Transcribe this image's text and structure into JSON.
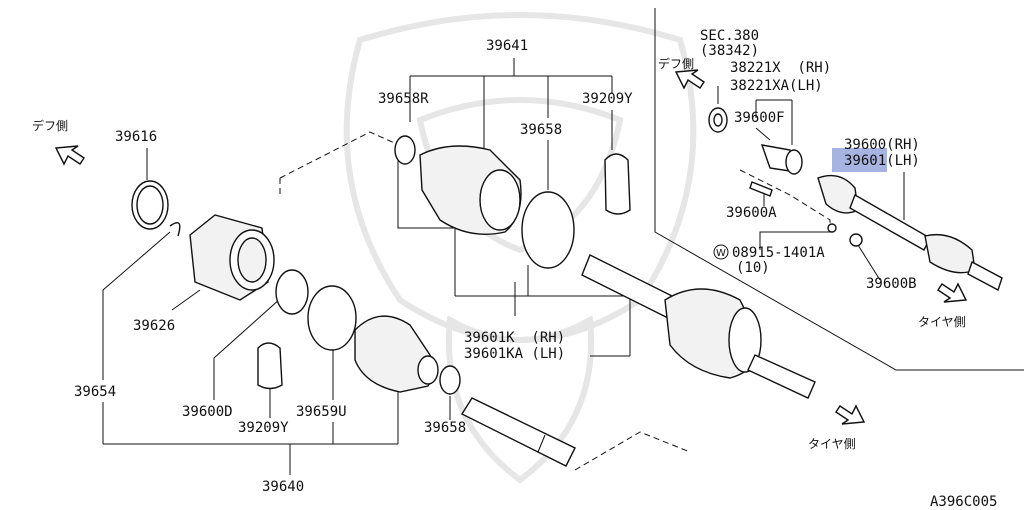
{
  "diagram_code": "A396C005",
  "directions": {
    "diff_side": "デフ側",
    "tire_side": "タイヤ側"
  },
  "parts": {
    "p39641": "39641",
    "p39658R": "39658R",
    "p39209Y_top": "39209Y",
    "p39658_top": "39658",
    "p39616": "39616",
    "p39626": "39626",
    "p39654": "39654",
    "p39600D": "39600D",
    "p39209Y_bottom": "39209Y",
    "p39659U": "39659U",
    "p39658_bottom": "39658",
    "p39640": "39640",
    "p39601K": "39601K  (RH)",
    "p39601KA": "39601KA (LH)",
    "sec380": "SEC.380",
    "sec380_sub": "(38342)",
    "p38221X": "38221X  (RH)",
    "p38221XA": "38221XA(LH)",
    "p39600F": "39600F",
    "p39600_rh": "39600(RH)",
    "p39601_lh": "39601(LH)",
    "p39600A": "39600A",
    "p08915": "08915-1401A",
    "p08915_circle": "W",
    "p08915_qty": "(10)",
    "p39600B": "39600B"
  },
  "highlight": {
    "part": "39601",
    "color": "#8a9ad6"
  }
}
